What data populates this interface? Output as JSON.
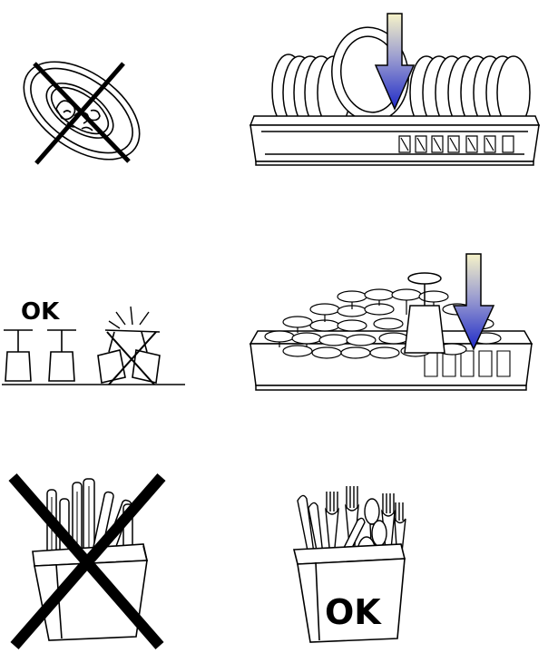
{
  "colors": {
    "line": "#000000",
    "background": "#ffffff",
    "arrow_top": "#f3f0c0",
    "arrow_bottom": "#2a33c8",
    "cross": "#000000"
  },
  "panels": {
    "dirty_plate": {
      "verdict": "wrong",
      "icon": "crossed-dirty-plate-icon"
    },
    "plate_rack": {
      "verdict": "instruction",
      "icon": "plate-rack-loading-icon"
    },
    "glass_stacking": {
      "ok_label": "OK",
      "icon": "glass-stacking-icon"
    },
    "glass_rack": {
      "verdict": "instruction",
      "icon": "glass-rack-loading-icon"
    },
    "cutlery_wrong": {
      "verdict": "wrong",
      "icon": "crossed-cutlery-basket-icon"
    },
    "cutlery_right": {
      "ok_label": "OK",
      "icon": "cutlery-basket-ok-icon"
    }
  }
}
